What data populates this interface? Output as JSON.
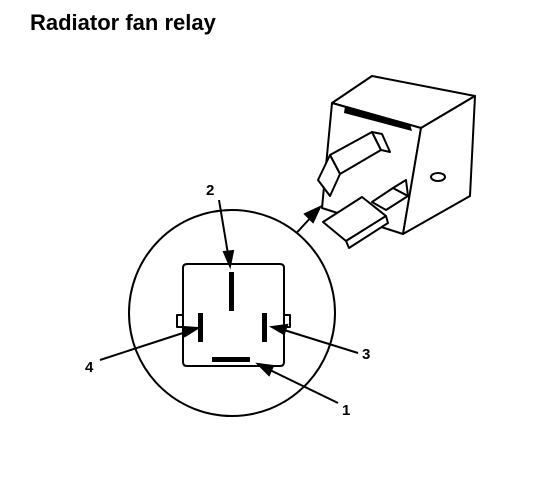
{
  "title": "Radiator fan relay",
  "pins": [
    {
      "id": "pin-1",
      "label": "1"
    },
    {
      "id": "pin-2",
      "label": "2"
    },
    {
      "id": "pin-3",
      "label": "3"
    },
    {
      "id": "pin-4",
      "label": "4"
    }
  ],
  "colors": {
    "ink": "#000000",
    "paper": "#ffffff"
  }
}
